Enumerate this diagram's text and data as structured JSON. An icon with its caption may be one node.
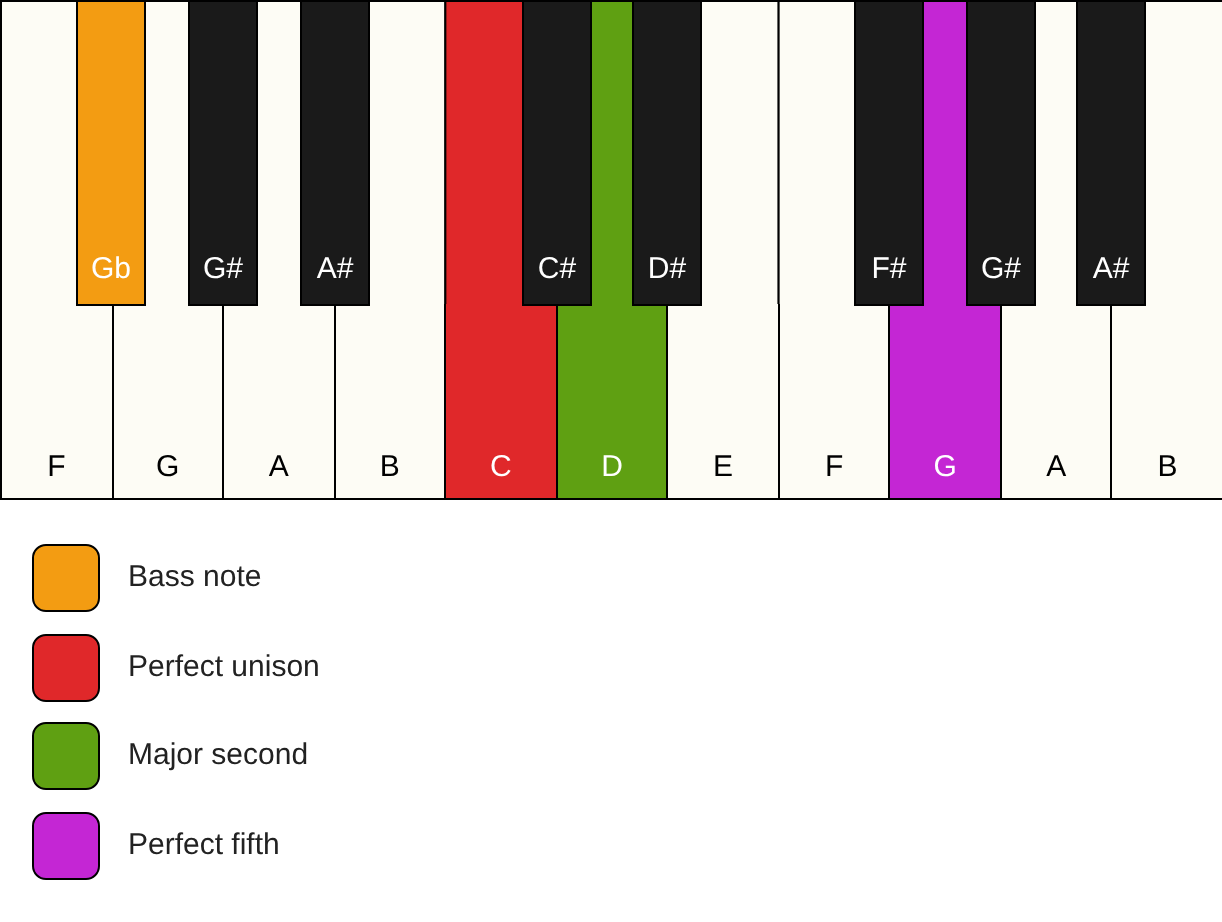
{
  "diagram": {
    "nodes": [
      {
        "text": [
          "F"
        ]
      },
      {
        "text": [
          "G"
        ]
      },
      {
        "text": [
          "A"
        ]
      },
      {
        "text": [
          "B"
        ]
      },
      {
        "text": [
          "C"
        ]
      },
      {
        "text": [
          "D"
        ]
      },
      {
        "text": [
          "E"
        ]
      },
      {
        "text": [
          "F"
        ]
      },
      {
        "text": [
          "G"
        ]
      },
      {
        "text": [
          "A"
        ]
      },
      {
        "text": [
          "B"
        ]
      },
      {
        "text": [
          "Gb"
        ]
      },
      {
        "text": [
          "G#"
        ]
      },
      {
        "text": [
          "A#"
        ]
      },
      {
        "text": [
          "C#"
        ]
      },
      {
        "text": [
          "D#"
        ]
      },
      {
        "text": [
          "F#"
        ]
      },
      {
        "text": [
          "G#"
        ]
      },
      {
        "text": [
          "A#"
        ]
      }
    ],
    "legend": [
      {
        "text": "Bass note",
        "color": "#f39c12"
      },
      {
        "text": "Perfect unison",
        "color": "#e0282a"
      },
      {
        "text": "Major second",
        "color": "#5fa012"
      },
      {
        "text": "Perfect fifth",
        "color": "#c426d4"
      }
    ]
  }
}
